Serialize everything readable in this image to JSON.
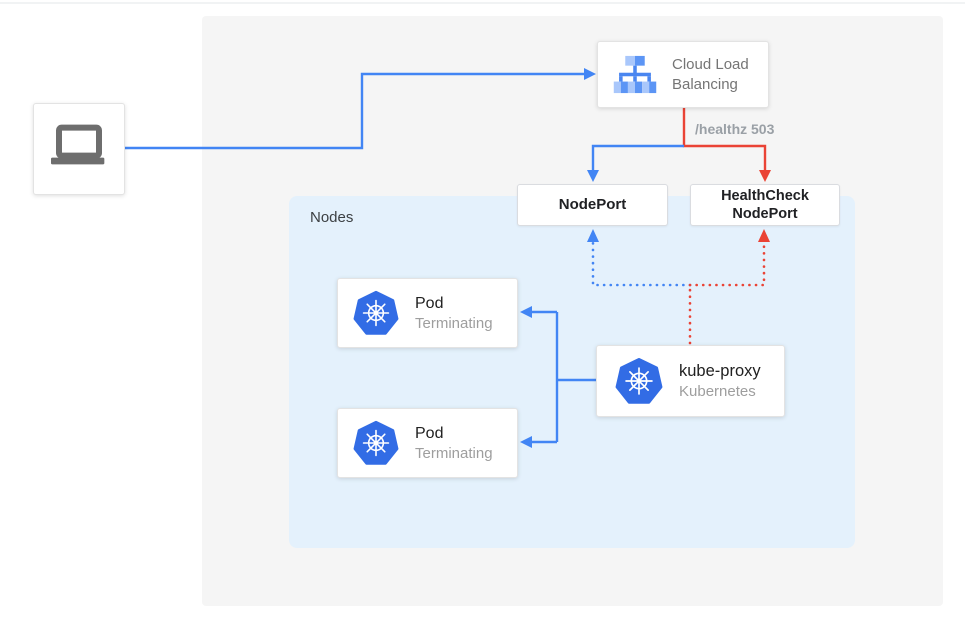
{
  "colors": {
    "blue": "#4285f4",
    "red": "#ea4335",
    "panel_gray": "#f5f5f5",
    "nodes_bg": "#e4f1fc",
    "card_border": "#dadce0",
    "text_dark": "#212121",
    "text_gray": "#757575",
    "text_light_gray": "#9e9e9e",
    "label_gray": "#9aa0a6",
    "laptop_gray": "#6e6e6e",
    "k8s_blue": "#326ce5"
  },
  "icons": {
    "client": "laptop-icon",
    "load_balancer": "load-balancer-icon",
    "pod": "kubernetes-icon",
    "kube_proxy": "kubernetes-icon"
  },
  "diagram": {
    "load_balancer": {
      "title": "Cloud Load Balancing"
    },
    "healthz_label": "/healthz 503",
    "nodeport": {
      "label": "NodePort"
    },
    "healthcheck_nodeport": {
      "line1": "HealthCheck",
      "line2": "NodePort"
    },
    "nodes_panel": {
      "label": "Nodes"
    },
    "pods": [
      {
        "title": "Pod",
        "subtitle": "Terminating"
      },
      {
        "title": "Pod",
        "subtitle": "Terminating"
      }
    ],
    "kube_proxy": {
      "title": "kube-proxy",
      "subtitle": "Kubernetes"
    }
  }
}
